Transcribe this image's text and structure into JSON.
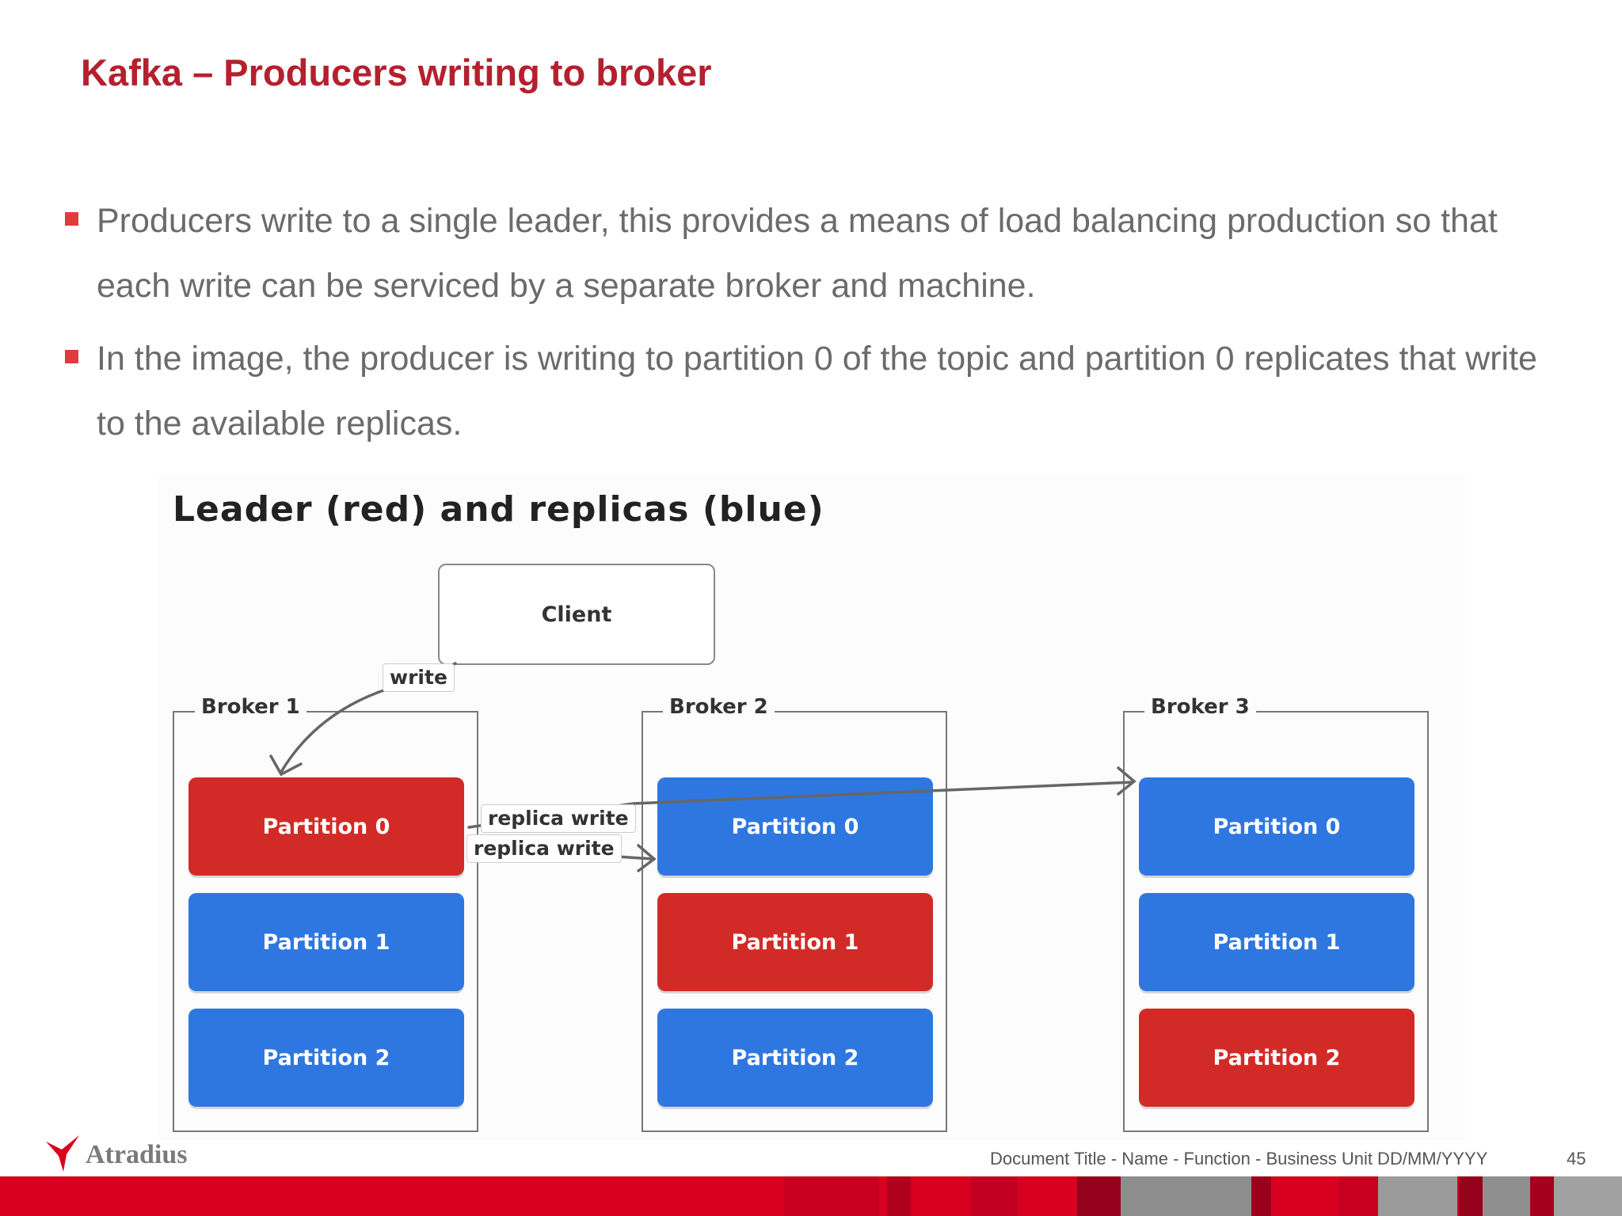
{
  "title": "Kafka – Producers writing to broker",
  "bullets": [
    "Producers write to a single leader, this provides a means of load balancing production so that each write can be serviced by a separate broker and machine.",
    "In the image, the producer is writing to partition 0 of the topic and partition 0 replicates that write to the available replicas."
  ],
  "diagram": {
    "title": "Leader (red) and replicas (blue)",
    "client_label": "Client",
    "write_label": "write",
    "replica_write_label_1": "replica write",
    "replica_write_label_2": "replica write",
    "brokers": [
      {
        "name": "Broker 1",
        "partitions": [
          "Partition 0",
          "Partition 1",
          "Partition 2"
        ],
        "roles": [
          "leader",
          "replica",
          "replica"
        ]
      },
      {
        "name": "Broker 2",
        "partitions": [
          "Partition 0",
          "Partition 1",
          "Partition 2"
        ],
        "roles": [
          "replica",
          "leader",
          "replica"
        ]
      },
      {
        "name": "Broker 3",
        "partitions": [
          "Partition 0",
          "Partition 1",
          "Partition 2"
        ],
        "roles": [
          "replica",
          "replica",
          "leader"
        ]
      }
    ],
    "colors": {
      "leader": "#d22b27",
      "replica": "#2f77e0"
    }
  },
  "footer": {
    "logo_text": "Atradius",
    "document_text": "Document Title - Name - Function - Business Unit  DD/MM/YYYY",
    "page_number": "45",
    "brand_color": "#d9001f"
  }
}
